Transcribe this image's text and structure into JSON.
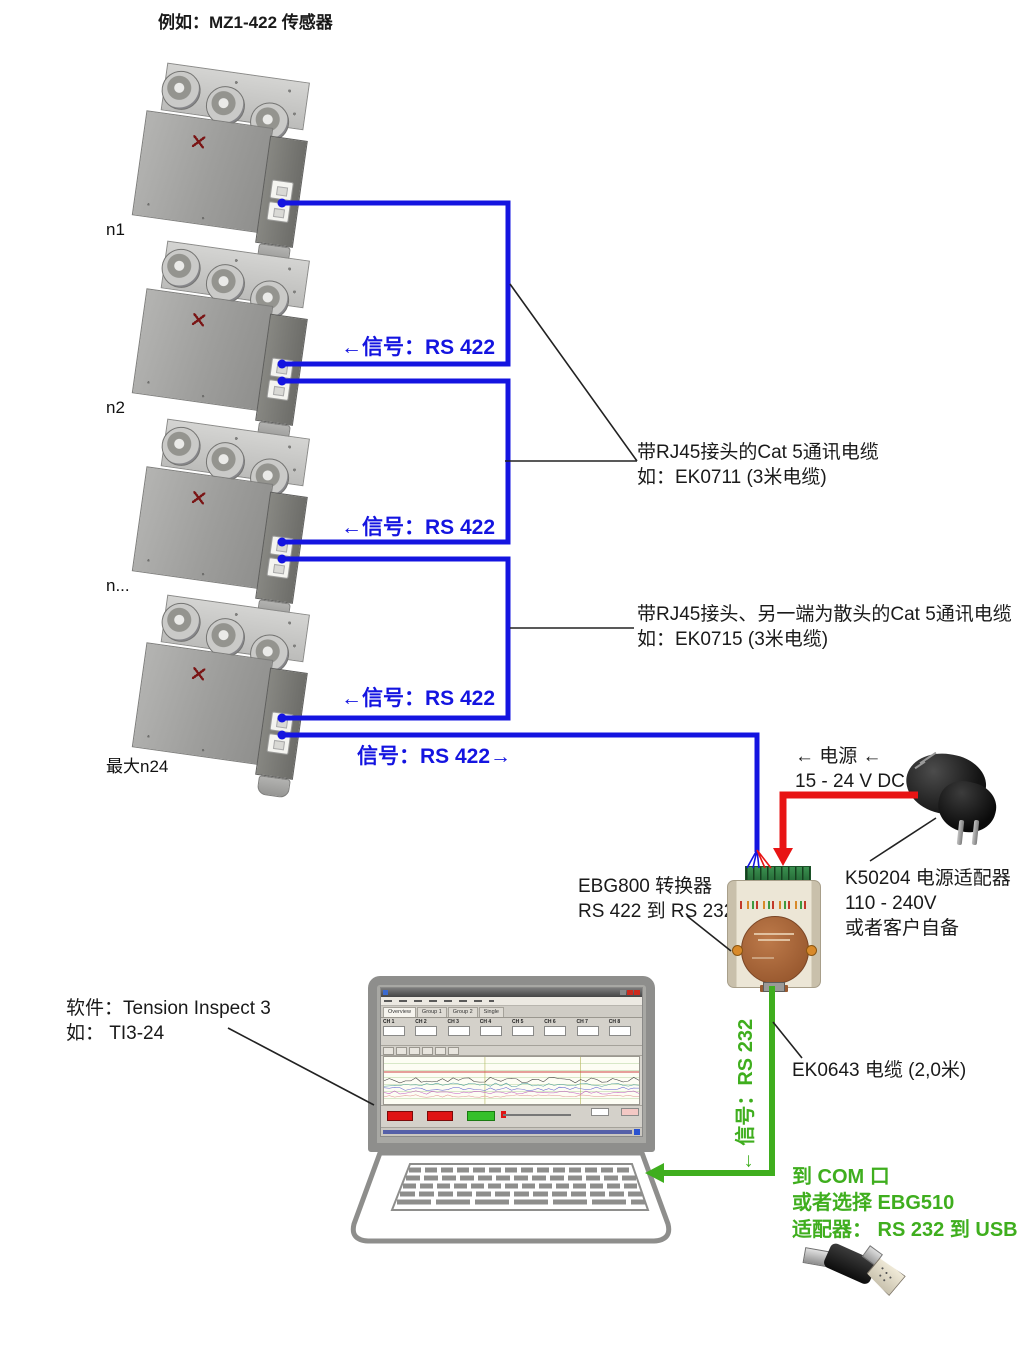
{
  "page": {
    "title": "例如：MZ1-422 传感器"
  },
  "sensors": [
    {
      "label": "n1"
    },
    {
      "label": "n2"
    },
    {
      "label": "n..."
    },
    {
      "label": "最大n24"
    }
  ],
  "signal_labels": {
    "rs422_in": "←信号：RS 422",
    "rs422_out": "信号：RS 422→",
    "rs232_down": "← 信号：RS 232"
  },
  "callouts": {
    "cable1_line1": "带RJ45接头的Cat 5通讯电缆",
    "cable1_line2": "如：EK0711 (3米电缆)",
    "cable2_line1": "带RJ45接头、另一端为散头的Cat 5通讯电缆",
    "cable2_line2": "如：EK0715 (3米电缆)",
    "power_line1": "← 电源 ←",
    "power_line2": "15 - 24 V DC",
    "converter_line1": "EBG800 转换器",
    "converter_line2": "RS 422 到 RS 232",
    "adapter_line1": "K50204 电源适配器",
    "adapter_line2": "110 - 240V",
    "adapter_line3": "或者客户自备",
    "rs232_cable": "EK0643 电缆 (2,0米)",
    "com_line1": "到 COM 口",
    "com_line2": "或者选择 EBG510",
    "com_line3": "适配器： RS 232 到 USB",
    "software_line1": "软件：Tension Inspect 3",
    "software_line2": "如： TI3-24"
  },
  "laptop_app": {
    "tabs": [
      "Overview",
      "Group 1",
      "Group 2",
      "Single"
    ],
    "channels": [
      "CH 1",
      "CH 2",
      "CH 3",
      "CH 4",
      "CH 5",
      "CH 6",
      "CH 7",
      "CH 8"
    ],
    "trace_colors": [
      "#3a3a3a",
      "#4a9a9a",
      "#5a5ad0",
      "#c05ac0",
      "#e09090"
    ]
  },
  "colors": {
    "signal_blue": "#1414e0",
    "power_red": "#e81414",
    "rs232_green": "#3fae1e"
  }
}
